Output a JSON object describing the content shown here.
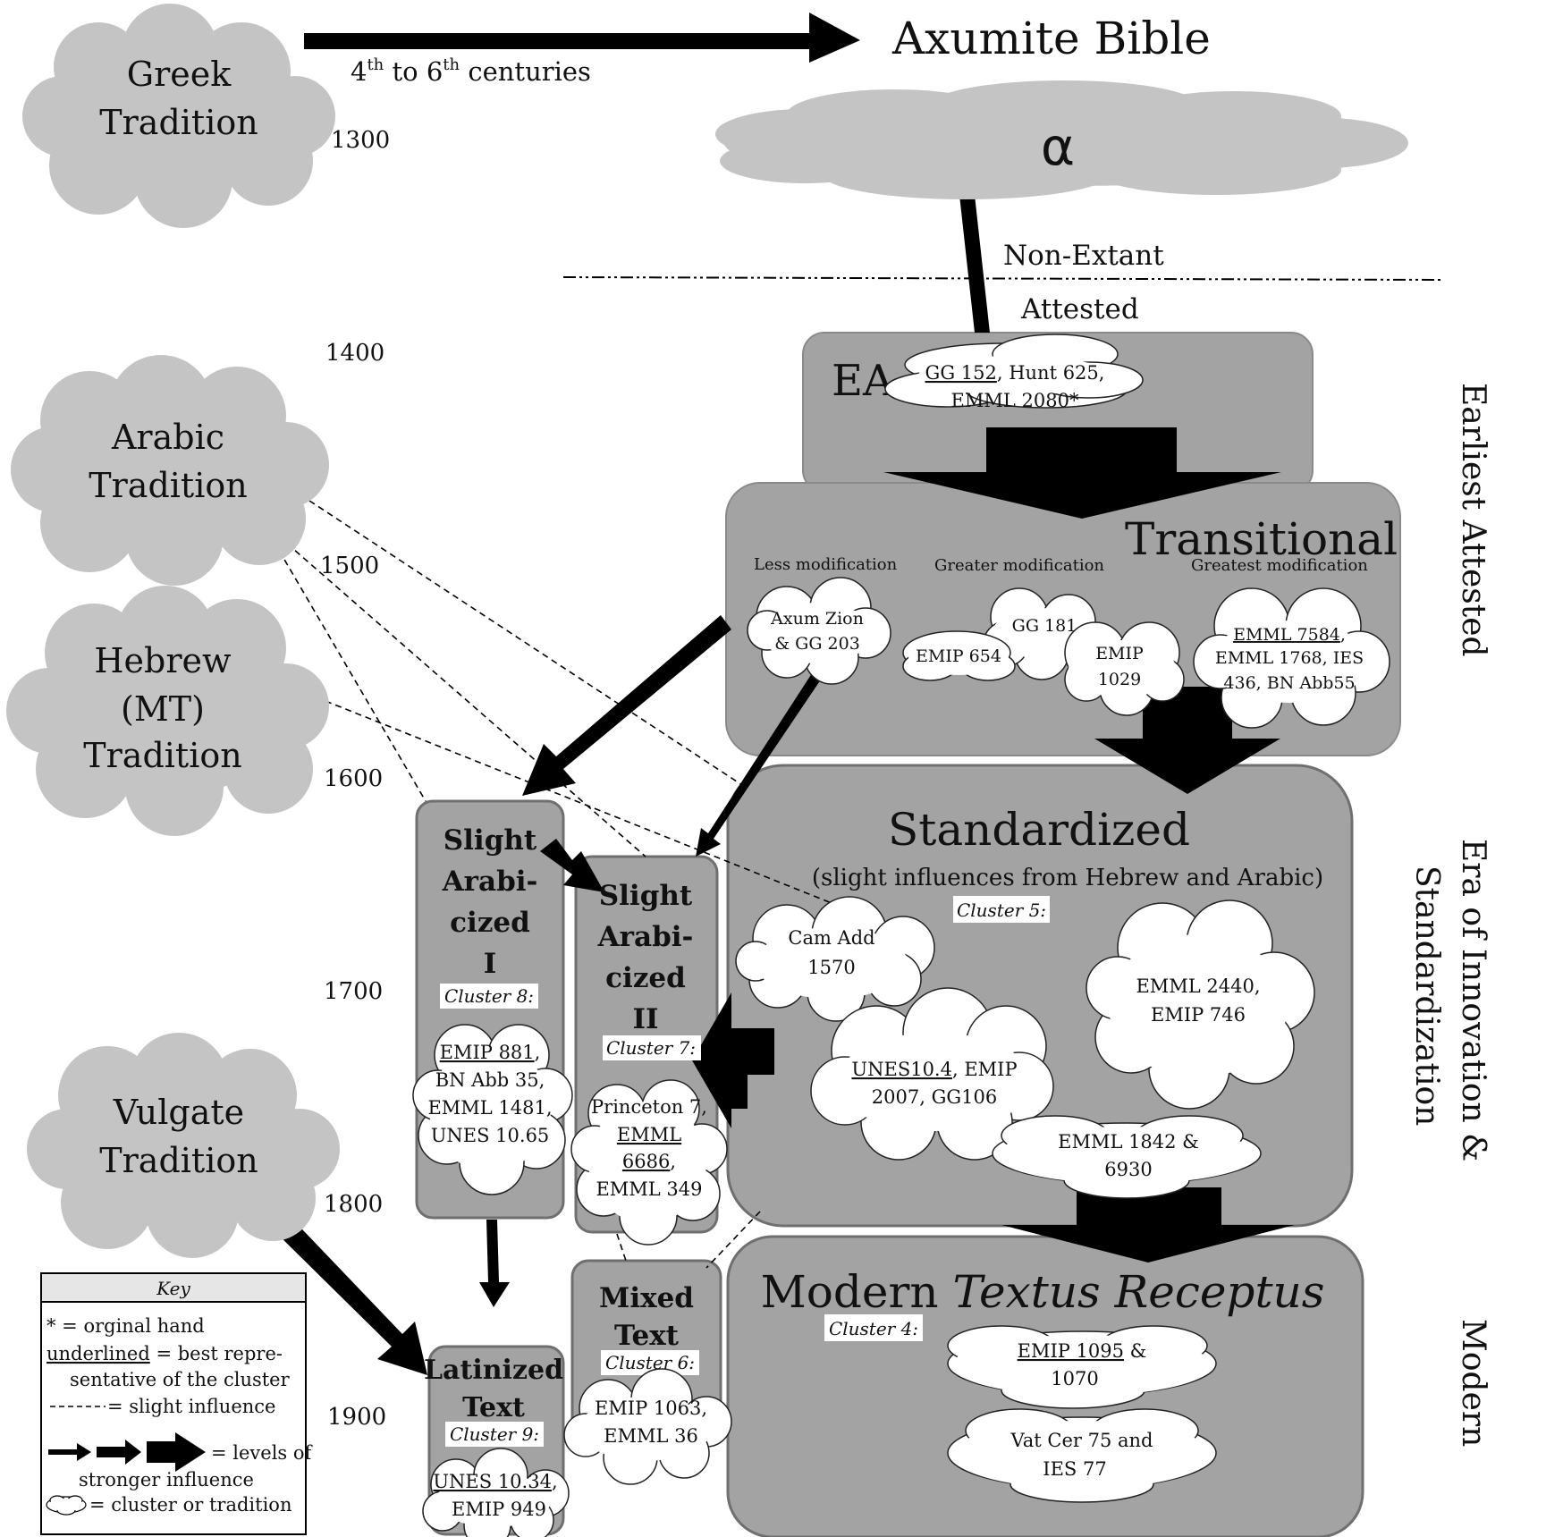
{
  "colors": {
    "tradition_cloud": "#c4c4c4",
    "box_fill": "#a3a3a3",
    "box_stroke": "#7a7a7a",
    "cluster_cloud": "#ffffff",
    "arrow": "#000000"
  },
  "traditions": {
    "greek": [
      "Greek",
      "Tradition"
    ],
    "arabic": [
      "Arabic",
      "Tradition"
    ],
    "hebrew": [
      "Hebrew",
      "(MT)",
      "Tradition"
    ],
    "vulgate": [
      "Vulgate",
      "Tradition"
    ]
  },
  "top": {
    "title": "Axumite Bible",
    "centuries_prefix": "4",
    "sup1": "th",
    "centuries_mid": " to 6",
    "sup2": "th",
    "centuries_suffix": " centuries",
    "alpha": "α",
    "non_extant": "Non-Extant",
    "attested": "Attested"
  },
  "years": [
    "1300",
    "1400",
    "1500",
    "1600",
    "1700",
    "1800",
    "1900"
  ],
  "eras": {
    "earliest": "Earliest  Attested",
    "innovation_1": "Era of Innovation &",
    "innovation_2": "Standardization",
    "modern": "Modern"
  },
  "ea": {
    "label": "EA",
    "cluster_u": "GG 152",
    "cluster_rest1": ", Hunt 625,",
    "cluster_line2": "EMML 2080*"
  },
  "transitional": {
    "title": "Transitional",
    "less": "Less modification",
    "greater": "Greater modification",
    "greatest": "Greatest modification",
    "axum": [
      "Axum Zion",
      "& GG 203"
    ],
    "emip654": "EMIP 654",
    "gg181": "GG 181",
    "emip1029": [
      "EMIP",
      "1029"
    ],
    "emml_u": "EMML 7584",
    "emml_rest": ",",
    "emml_line2": "EMML 1768, IES",
    "emml_line3": "436, BN Abb55"
  },
  "standardized": {
    "title": "Standardized",
    "subtitle": "(slight influences from Hebrew and Arabic)",
    "cluster_label": "Cluster 5:",
    "cam": [
      "Cam Add",
      "1570"
    ],
    "emml2440": [
      "EMML 2440,",
      "EMIP 746"
    ],
    "unes_u": "UNES10.4",
    "unes_rest": ", EMIP",
    "unes_line2": "2007, GG106",
    "emml1842": [
      "EMML 1842 &",
      "6930"
    ]
  },
  "arab1": {
    "title": [
      "Slight",
      "Arabi-",
      "cized",
      "I"
    ],
    "cluster_label": "Cluster 8:",
    "u": "EMIP 881",
    "u_rest": ",",
    "lines": [
      "BN Abb 35,",
      "EMML 1481,",
      "UNES 10.65"
    ]
  },
  "arab2": {
    "title": [
      "Slight",
      "Arabi-",
      "cized",
      "II"
    ],
    "cluster_label": "Cluster 7:",
    "line1": "Princeton 7,",
    "u1": "EMML",
    "u2": "6686",
    "u2_rest": ",",
    "line4": "EMML 349"
  },
  "mixed": {
    "title": [
      "Mixed",
      "Text"
    ],
    "cluster_label": "Cluster 6:",
    "lines": [
      "EMIP 1063,",
      "EMML 36"
    ]
  },
  "latin": {
    "title": [
      "Latinized",
      "Text"
    ],
    "cluster_label": "Cluster 9:",
    "u": "UNES 10.34",
    "u_rest": ",",
    "line2": "EMIP 949"
  },
  "modern": {
    "title_plain": "Modern ",
    "title_italic": "Textus Receptus",
    "cluster_label": "Cluster 4:",
    "emip_u": "EMIP 1095",
    "emip_rest": " &",
    "emip_line2": "1070",
    "vat": [
      "Vat Cer 75 and",
      "IES 77"
    ]
  },
  "key": {
    "title": "Key",
    "star_line": "* =  orginal hand",
    "underlined_word": "underlined",
    "underlined_rest": " = best repre-",
    "underlined_line2": "sentative of the cluster",
    "dashed": " = slight influence",
    "arrows_1": "= levels of",
    "arrows_2": "stronger influence",
    "cloud": "= cluster or tradition"
  }
}
